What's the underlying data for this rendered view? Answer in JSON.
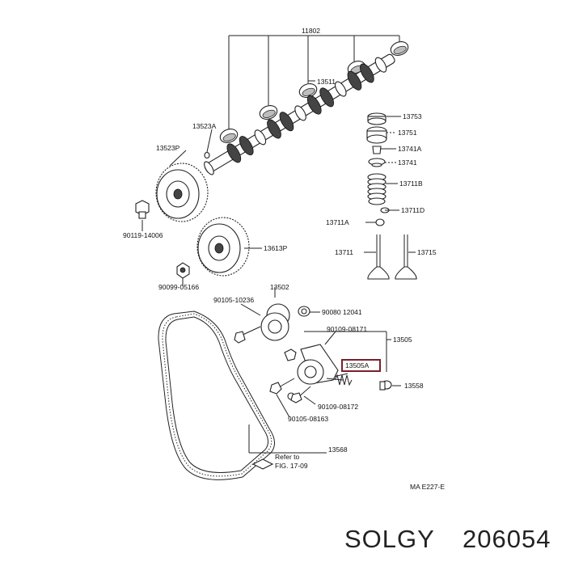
{
  "labels": {
    "l11802": "11802",
    "l13511": "13511",
    "l13523A": "13523A",
    "l13523P": "13523P",
    "l90119": "90119-14006",
    "l13753": "13753",
    "l13751": "13751",
    "l13741A": "13741A",
    "l13741": "13741",
    "l13711B": "13711B",
    "l13711A": "13711A",
    "l13711D": "13711D",
    "l13711": "13711",
    "l13715": "13715",
    "l13613P": "13613P",
    "l90099": "90099-05166",
    "l13502": "13502",
    "l90105a": "90105-10236",
    "l90080": "90080 12041",
    "l90109a": "90109-08171",
    "l13505": "13505",
    "l13505A": "13505A",
    "l13558": "13558",
    "l90109b": "90109-08172",
    "l90105b": "90105-08163",
    "l13568": "13568",
    "refer1": "Refer to",
    "refer2": "FIG. 17-09",
    "ref": "MA E227-E"
  },
  "footer": {
    "brand": "SOLGY",
    "part_number": "206054"
  },
  "colors": {
    "highlight_box": "#7a1f2b",
    "line": "#222222"
  }
}
